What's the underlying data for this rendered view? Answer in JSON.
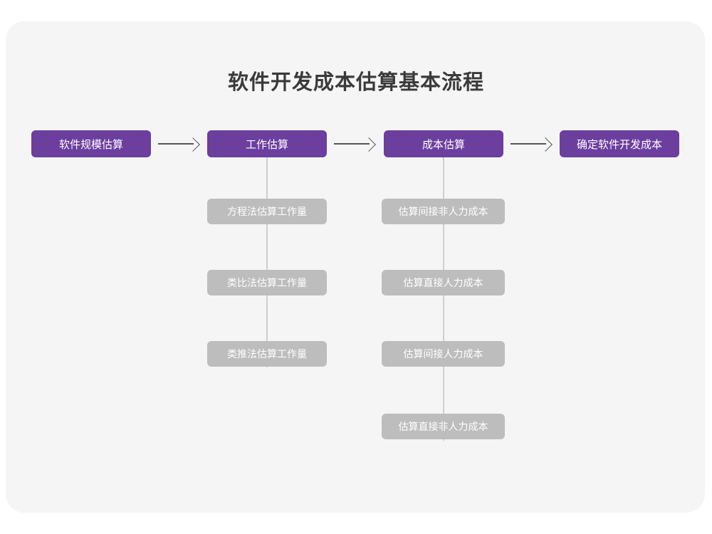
{
  "title": "软件开发成本估算基本流程",
  "colors": {
    "card_background": "#f5f5f5",
    "page_background": "#ffffff",
    "stage_fill": "#6c3e9e",
    "substep_fill": "#bdbdbd",
    "connector": "#cfcfcf",
    "arrow": "#555555",
    "title_text": "#3a3a3a",
    "node_text": "#ffffff"
  },
  "stages": [
    {
      "label": "软件规模估算"
    },
    {
      "label": "工作估算"
    },
    {
      "label": "成本估算"
    },
    {
      "label": "确定软件开发成本"
    }
  ],
  "arrows": [
    {
      "glyph": "→"
    },
    {
      "glyph": "→"
    },
    {
      "glyph": "→"
    }
  ],
  "branches": [
    {
      "parent": "工作估算",
      "substeps": [
        {
          "label": "方程法估算工作量"
        },
        {
          "label": "类比法估算工作量"
        },
        {
          "label": "类推法估算工作量"
        }
      ]
    },
    {
      "parent": "成本估算",
      "substeps": [
        {
          "label": "估算间接非人力成本"
        },
        {
          "label": "估算直接人力成本"
        },
        {
          "label": "估算间接人力成本"
        },
        {
          "label": "估算直接非人力成本"
        }
      ]
    }
  ]
}
